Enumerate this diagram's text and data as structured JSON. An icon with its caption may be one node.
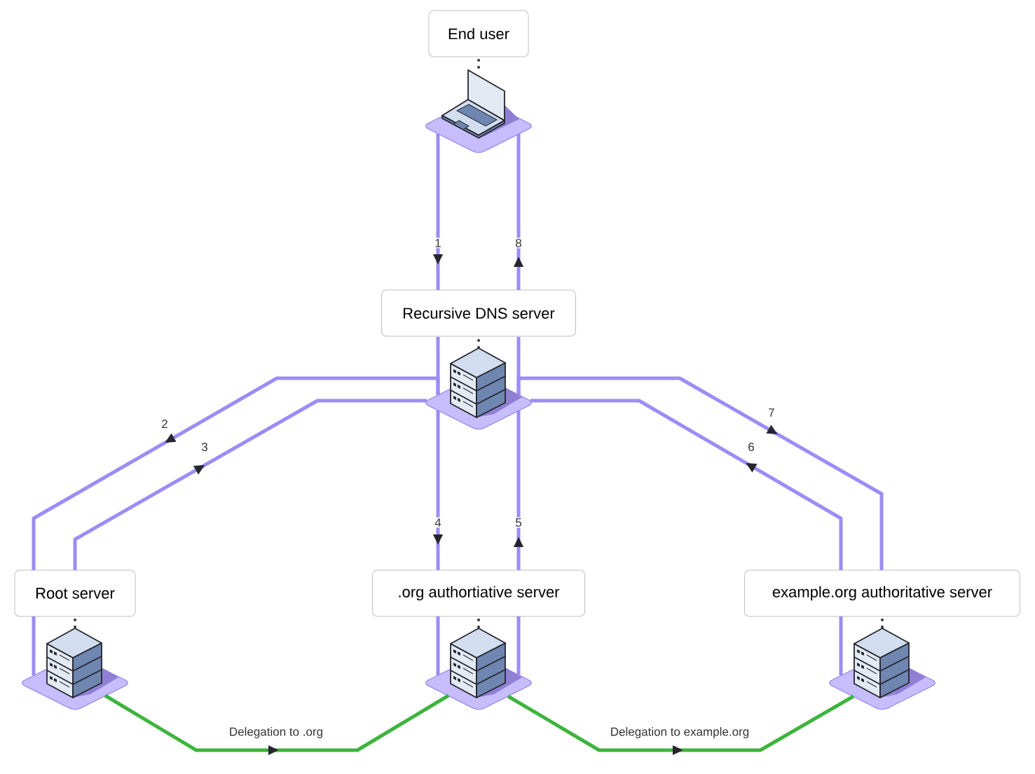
{
  "diagram": {
    "nodes": [
      {
        "text": [
          "End user"
        ]
      },
      {
        "text": [
          "Recursive DNS server"
        ]
      },
      {
        "text": [
          "Root server"
        ]
      },
      {
        "text": [
          ".org authortiative server"
        ]
      },
      {
        "text": [
          "example.org authoritative server"
        ]
      },
      {
        "text": [],
        "shape": "picture"
      },
      {
        "text": [],
        "shape": "picture"
      },
      {
        "text": [],
        "shape": "picture"
      },
      {
        "text": [],
        "shape": "picture"
      },
      {
        "text": [],
        "shape": "picture"
      }
    ],
    "edges": [
      {
        "from": 0,
        "to": 5,
        "arrow": "none",
        "style": "dashed",
        "color": "#333333"
      },
      {
        "from": 5,
        "to": 1,
        "arrow": "to",
        "label": "1"
      },
      {
        "from": 1,
        "to": 5,
        "arrow": "to",
        "label": "8"
      },
      {
        "from": 1,
        "to": 6,
        "arrow": "none",
        "style": "dashed",
        "color": "#333333"
      },
      {
        "from": 6,
        "to": 2,
        "arrow": "to",
        "label": "2"
      },
      {
        "from": 2,
        "to": 6,
        "arrow": "to",
        "label": "3"
      },
      {
        "from": 6,
        "to": 3,
        "arrow": "to",
        "label": "4"
      },
      {
        "from": 3,
        "to": 6,
        "arrow": "to",
        "label": "5"
      },
      {
        "from": 4,
        "to": 6,
        "arrow": "to",
        "label": "6"
      },
      {
        "from": 6,
        "to": 4,
        "arrow": "to",
        "label": "7"
      },
      {
        "from": 2,
        "to": 7,
        "arrow": "none",
        "style": "dashed",
        "color": "#333333"
      },
      {
        "from": 3,
        "to": 8,
        "arrow": "none",
        "style": "dashed",
        "color": "#333333"
      },
      {
        "from": 4,
        "to": 9,
        "arrow": "none",
        "style": "dashed",
        "color": "#333333"
      },
      {
        "from": 7,
        "to": 8,
        "arrow": "to",
        "label": "Delegation to .org",
        "color": "#3cb43c"
      },
      {
        "from": 8,
        "to": 9,
        "arrow": "to",
        "label": "Delegation to example.org",
        "color": "#3cb43c"
      },
      {
        "from": 1,
        "to": 6,
        "arrow": "none"
      },
      {
        "from": 1,
        "to": 6,
        "arrow": "none"
      },
      {
        "from": 2,
        "to": 7,
        "arrow": "none"
      },
      {
        "from": 3,
        "to": 8,
        "arrow": "none"
      },
      {
        "from": 3,
        "to": 8,
        "arrow": "none"
      },
      {
        "from": 4,
        "to": 9,
        "arrow": "none"
      }
    ]
  }
}
